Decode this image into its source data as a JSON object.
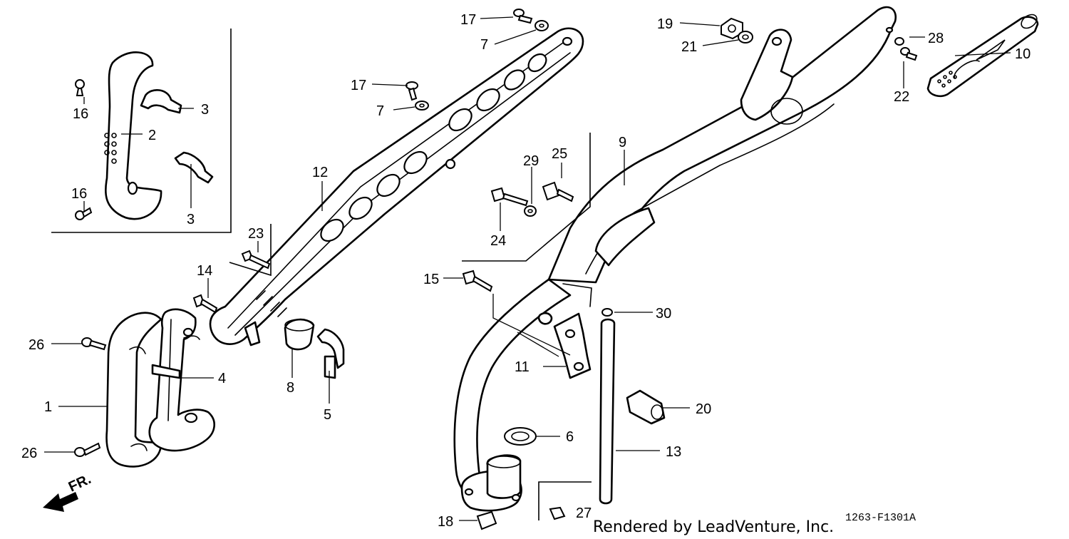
{
  "callouts": [
    {
      "id": "1",
      "label": "1"
    },
    {
      "id": "2",
      "label": "2"
    },
    {
      "id": "3a",
      "label": "3"
    },
    {
      "id": "3b",
      "label": "3"
    },
    {
      "id": "4",
      "label": "4"
    },
    {
      "id": "5",
      "label": "5"
    },
    {
      "id": "6",
      "label": "6"
    },
    {
      "id": "7a",
      "label": "7"
    },
    {
      "id": "7b",
      "label": "7"
    },
    {
      "id": "8",
      "label": "8"
    },
    {
      "id": "9",
      "label": "9"
    },
    {
      "id": "10",
      "label": "10"
    },
    {
      "id": "11",
      "label": "11"
    },
    {
      "id": "12",
      "label": "12"
    },
    {
      "id": "13",
      "label": "13"
    },
    {
      "id": "14",
      "label": "14"
    },
    {
      "id": "15",
      "label": "15"
    },
    {
      "id": "16a",
      "label": "16"
    },
    {
      "id": "16b",
      "label": "16"
    },
    {
      "id": "17a",
      "label": "17"
    },
    {
      "id": "17b",
      "label": "17"
    },
    {
      "id": "18",
      "label": "18"
    },
    {
      "id": "19",
      "label": "19"
    },
    {
      "id": "20",
      "label": "20"
    },
    {
      "id": "21",
      "label": "21"
    },
    {
      "id": "22",
      "label": "22"
    },
    {
      "id": "23",
      "label": "23"
    },
    {
      "id": "24",
      "label": "24"
    },
    {
      "id": "25",
      "label": "25"
    },
    {
      "id": "26a",
      "label": "26"
    },
    {
      "id": "26b",
      "label": "26"
    },
    {
      "id": "27",
      "label": "27"
    },
    {
      "id": "28",
      "label": "28"
    },
    {
      "id": "29",
      "label": "29"
    },
    {
      "id": "30",
      "label": "30"
    }
  ],
  "front_arrow_label": "FR.",
  "credit": "Rendered by LeadVenture, Inc.",
  "diagram_code": "1263-F1301A"
}
